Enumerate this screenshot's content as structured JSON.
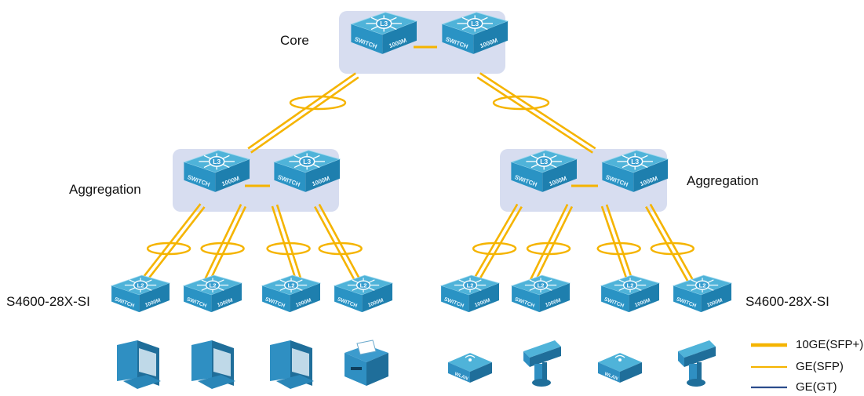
{
  "labels": {
    "core": "Core",
    "aggregation_left": "Aggregation",
    "aggregation_right": "Aggregation",
    "access_left": "S4600-28X-SI",
    "access_right": "S4600-28X-SI"
  },
  "switch_text": {
    "l3": "L3",
    "l2": "L2",
    "switch": "SWITCH",
    "speed": "1000M",
    "wlan": "WLAN"
  },
  "legend": [
    {
      "label": "10GE(SFP+)",
      "color": "#F5B400"
    },
    {
      "label": "GE(SFP)",
      "color": "#F5B400"
    },
    {
      "label": "GE(GT)",
      "color": "#2B4C8C"
    }
  ],
  "colors": {
    "link": "#F5B400",
    "group_box": "#D7DDF0",
    "switch_top": "#4FB3D9",
    "switch_side": "#1E7FAE",
    "device": "#2F8FC2"
  },
  "devices": [
    "desktop-pc",
    "desktop-pc",
    "desktop-pc",
    "printer",
    "wireless-ap",
    "ip-camera",
    "wireless-ap",
    "ip-camera"
  ]
}
